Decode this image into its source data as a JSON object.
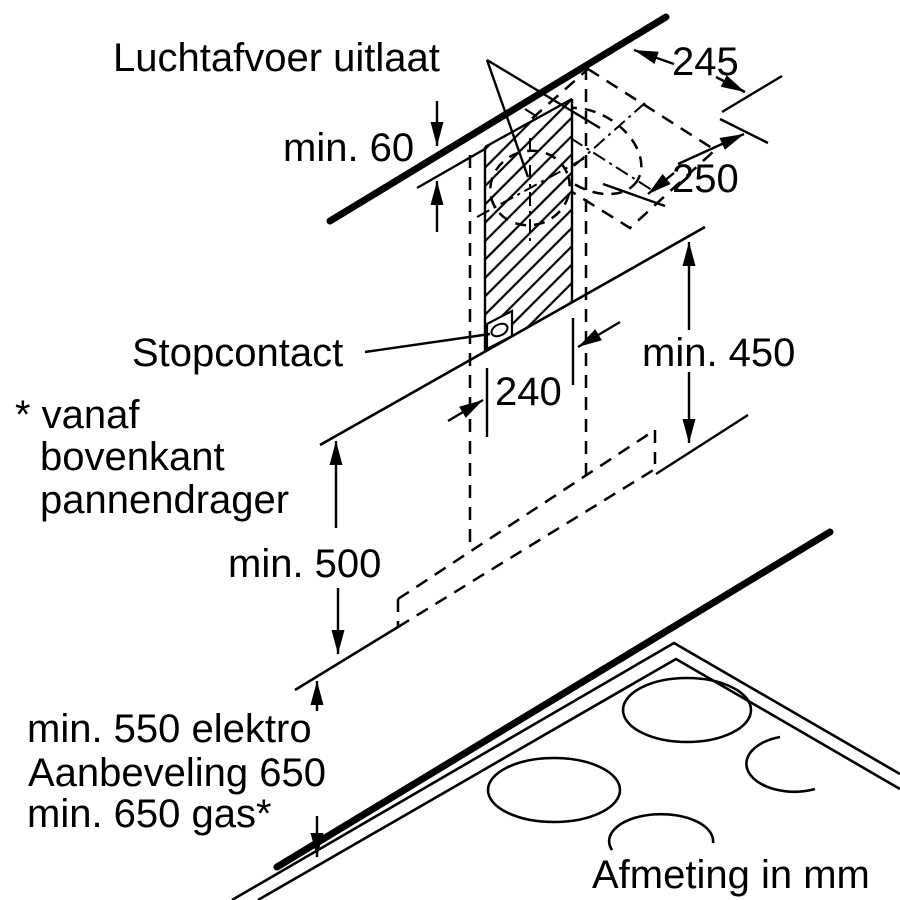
{
  "colors": {
    "line": "#000000",
    "background": "#ffffff"
  },
  "labels": {
    "air_outlet": "Luchtafvoer uitlaat",
    "min_60": "min. 60",
    "dim_245": "245",
    "dim_250": "250",
    "socket": "Stopcontact",
    "dim_240": "240",
    "min_450": "min. 450",
    "footnote_line1": "* vanaf",
    "footnote_line2": "bovenkant",
    "footnote_line3": "pannendrager",
    "min_500": "min. 500",
    "clearance_electric": "min. 550 elektro",
    "clearance_recommended": "Aanbeveling 650",
    "clearance_gas": "min. 650 gas*",
    "units_note": "Afmeting in mm"
  }
}
